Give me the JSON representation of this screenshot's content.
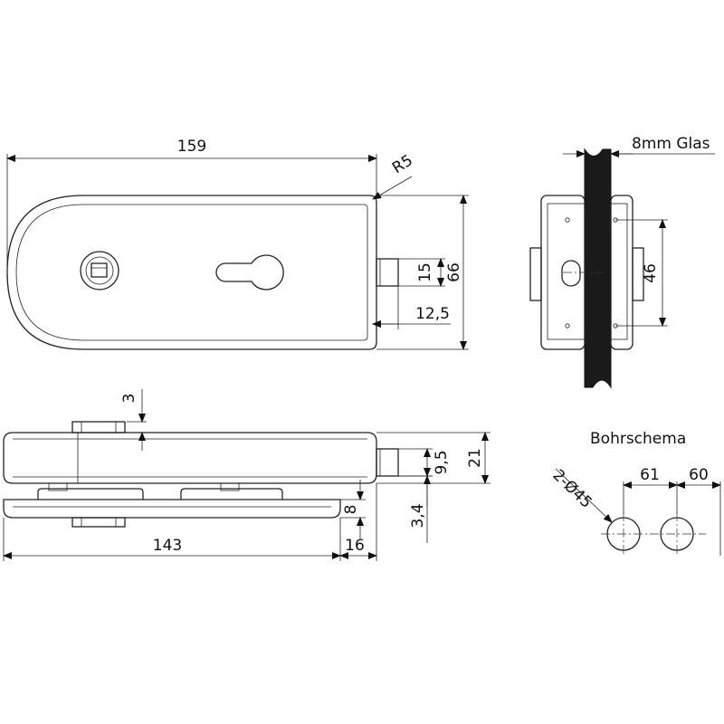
{
  "dimensions": {
    "overall_length": "159",
    "corner_radius": "R5",
    "cylinder_width": "15",
    "height": "66",
    "offset": "12,5",
    "glass_height": "46",
    "top_gap": "3",
    "step_height": "9,5",
    "total_height": "21",
    "lower_height": "8",
    "lower_offset": "3,4",
    "base_length": "143",
    "overhang": "16",
    "hole_spacing_1": "61",
    "hole_spacing_2": "60",
    "hole_diameter": "2-Ø45"
  },
  "labels": {
    "glass": "8mm Glas",
    "drilling_pattern": "Bohrschema"
  }
}
